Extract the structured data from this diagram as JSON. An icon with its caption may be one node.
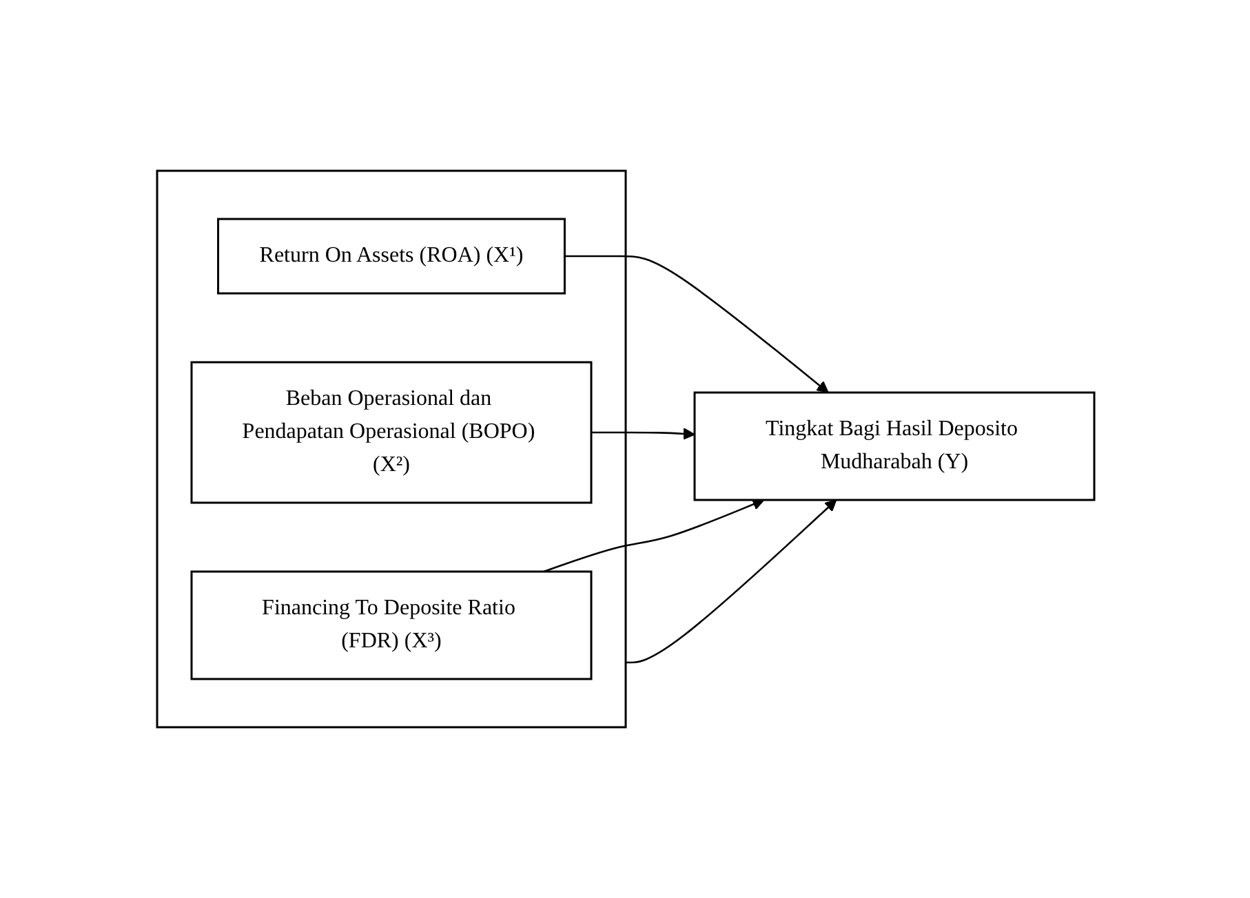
{
  "diagram": {
    "nodes": [
      {
        "text": [],
        "shape": "box"
      },
      {
        "text": [
          "Return On Assets (ROA) (X¹)"
        ],
        "in": 0
      },
      {
        "text": [
          "Beban Operasional dan Pendapatan Operasional (BOPO) (X²)"
        ],
        "in": 0
      },
      {
        "text": [
          "Financing To Deposite Ratio (FDR) (X³)"
        ],
        "in": 0
      },
      {
        "text": [
          "Tingkat Bagi Hasil Deposito Mudharabah (Y)"
        ]
      }
    ],
    "edges": [
      {
        "from": 1,
        "to": 4,
        "arrow": "to"
      },
      {
        "from": 2,
        "to": 4,
        "arrow": "to"
      },
      {
        "from": 3,
        "to": 4,
        "arrow": "to"
      },
      {
        "from": 0,
        "to": 4,
        "arrow": "to"
      }
    ]
  }
}
